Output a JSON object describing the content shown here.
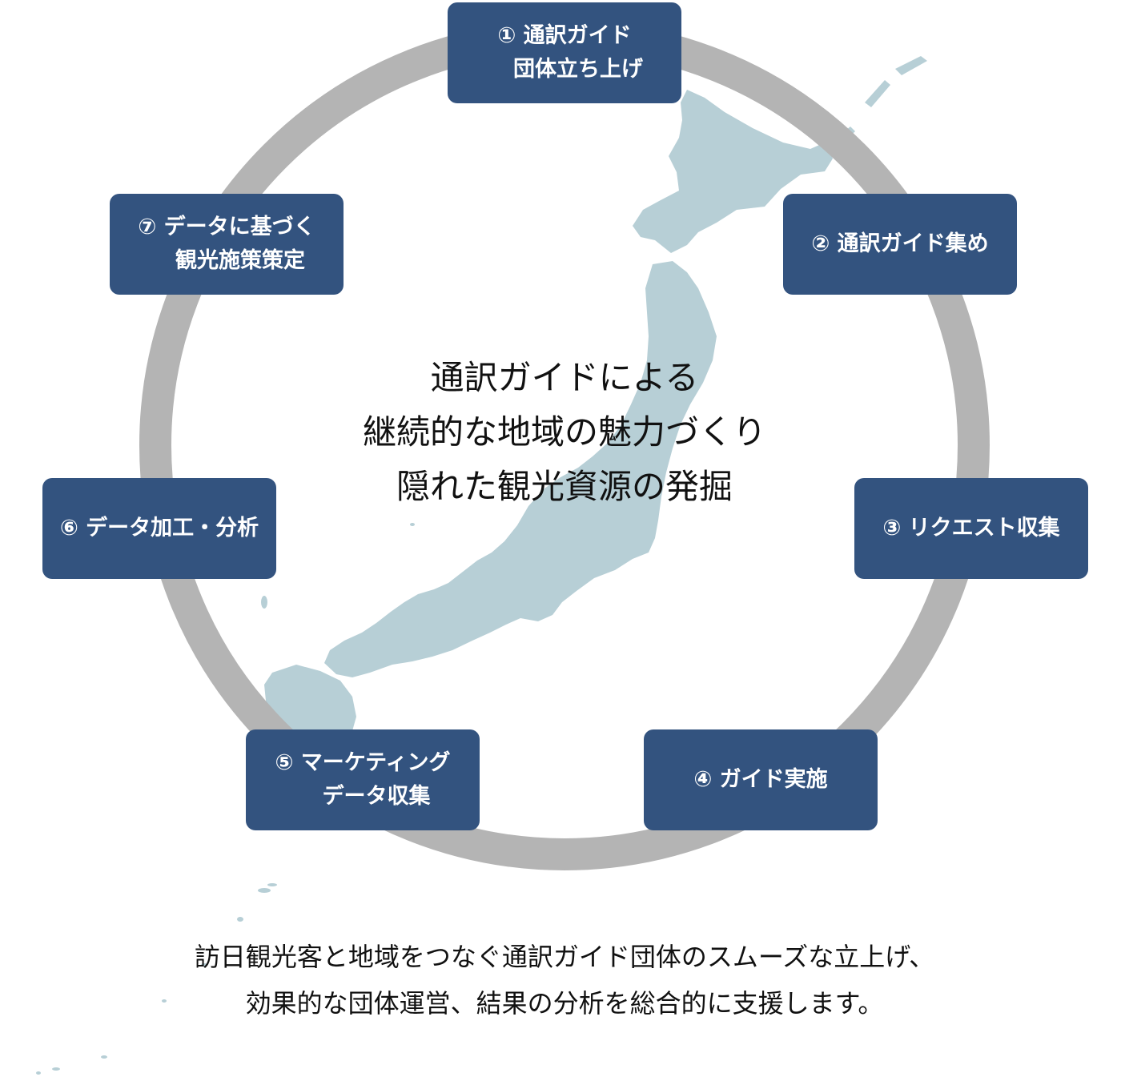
{
  "colors": {
    "box_fill": "#33537f",
    "ring": "#b4b4b4",
    "map": "#b7cfd6",
    "text": "#111111"
  },
  "steps": [
    {
      "line1": "① 通訳ガイド",
      "line2": "団体立ち上げ"
    },
    {
      "line1": "② 通訳ガイド集め",
      "line2": ""
    },
    {
      "line1": "③ リクエスト収集",
      "line2": ""
    },
    {
      "line1": "④ ガイド実施",
      "line2": ""
    },
    {
      "line1": "⑤ マーケティング",
      "line2": "データ収集"
    },
    {
      "line1": "⑥ データ加工・分析",
      "line2": ""
    },
    {
      "line1": "⑦ データに基づく",
      "line2": "観光施策策定"
    }
  ],
  "center": {
    "line1": "通訳ガイドによる",
    "line2": "継続的な地域の魅力づくり",
    "line3": "隠れた観光資源の発掘"
  },
  "footer": {
    "line1": "訪日観光客と地域をつなぐ通訳ガイド団体のスムーズな立上げ、",
    "line2": "効果的な団体運営、結果の分析を総合的に支援します。"
  },
  "background_image": "japan-map"
}
